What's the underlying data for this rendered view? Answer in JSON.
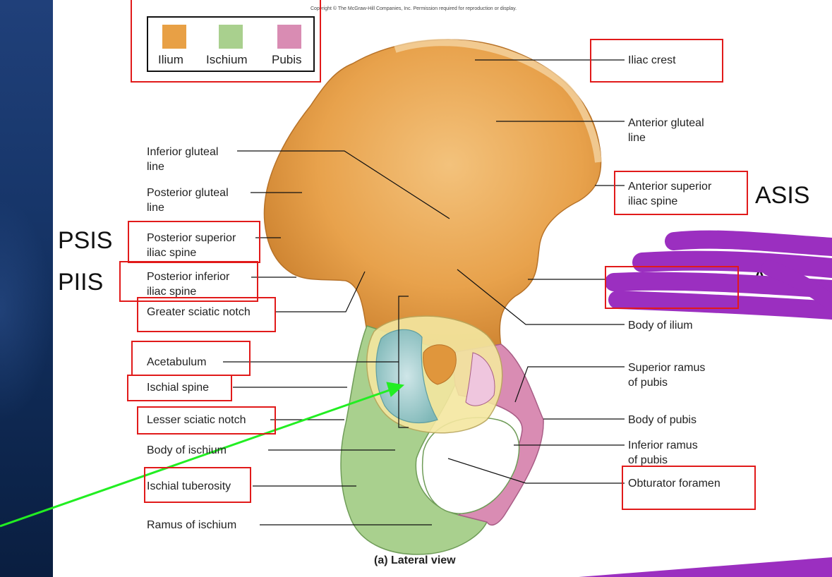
{
  "copyright": "Copyright © The McGraw-Hill Companies, Inc. Permission required for reproduction or display.",
  "legend": {
    "items": [
      {
        "label": "Ilium",
        "color": "#e8a045"
      },
      {
        "label": "Ischium",
        "color": "#a9d08e"
      },
      {
        "label": "Pubis",
        "color": "#d98cb3"
      }
    ]
  },
  "labels": {
    "iliac_crest": "Iliac crest",
    "anterior_gluteal_line": [
      "Anterior gluteal",
      "line"
    ],
    "anterior_superior_iliac_spine": [
      "Anterior superior",
      "iliac spine"
    ],
    "body_of_ilium": "Body of ilium",
    "superior_ramus_of_pubis": [
      "Superior ramus",
      "of pubis"
    ],
    "body_of_pubis": "Body of pubis",
    "inferior_ramus_of_pubis": [
      "Inferior ramus",
      "of pubis"
    ],
    "obturator_foramen": "Obturator foramen",
    "inferior_gluteal_line": [
      "Inferior gluteal",
      "line"
    ],
    "posterior_gluteal_line": [
      "Posterior gluteal",
      "line"
    ],
    "posterior_superior_iliac_spine": [
      "Posterior superior",
      "iliac spine"
    ],
    "posterior_inferior_iliac_spine": [
      "Posterior inferior",
      "iliac spine"
    ],
    "greater_sciatic_notch": "Greater sciatic notch",
    "acetabulum": "Acetabulum",
    "ischial_spine": "Ischial spine",
    "lesser_sciatic_notch": "Lesser sciatic notch",
    "body_of_ischium": "Body of ischium",
    "ischial_tuberosity": "Ischial tuberosity",
    "ramus_of_ischium": "Ramus of ischium"
  },
  "abbreviations": {
    "asis": "ASIS",
    "psis": "PSIS",
    "piis": "PIIS",
    "aiis_partial": "AIIS"
  },
  "caption": "(a) Lateral view",
  "colors": {
    "annotation_box": "#e11a1a",
    "arrow": "#22ee22",
    "scribble": "#9b2fc0",
    "ilium": "#e8a045",
    "ischium": "#a9d08e",
    "pubis": "#d98cb3"
  }
}
